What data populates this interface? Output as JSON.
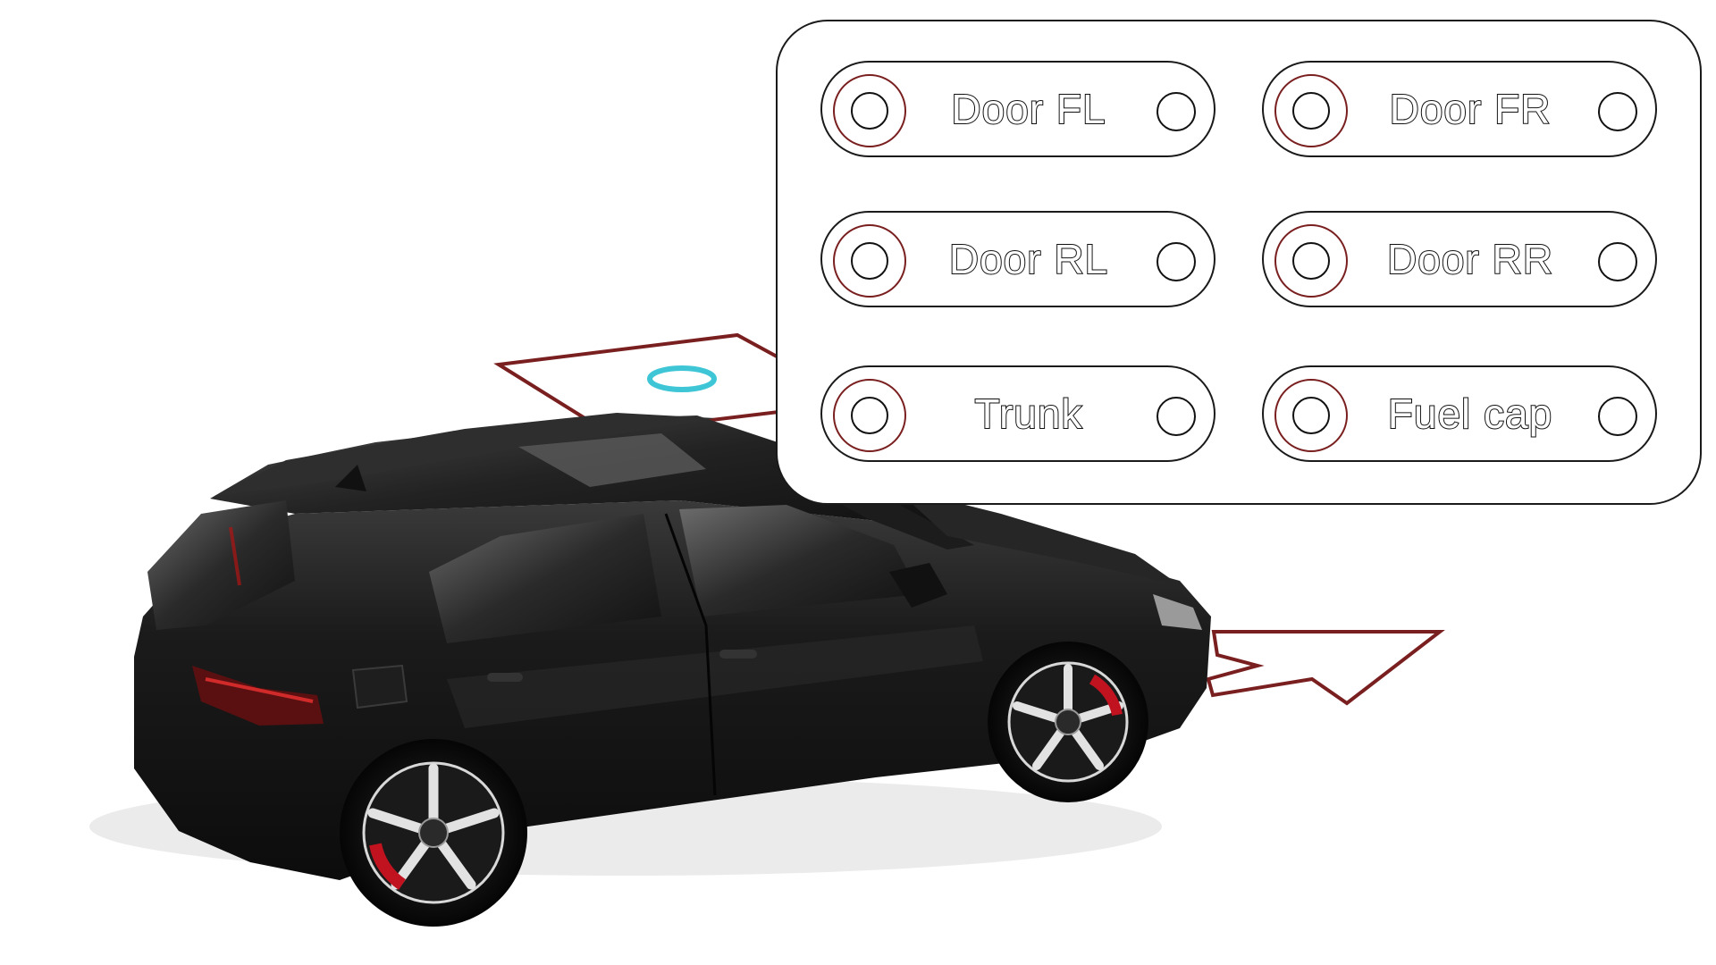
{
  "controls": [
    {
      "id": "door-fl",
      "label": "Door FL"
    },
    {
      "id": "door-fr",
      "label": "Door FR"
    },
    {
      "id": "door-rl",
      "label": "Door RL"
    },
    {
      "id": "door-rr",
      "label": "Door RR"
    },
    {
      "id": "trunk",
      "label": "Trunk"
    },
    {
      "id": "fuel-cap",
      "label": "Fuel cap"
    }
  ],
  "colors": {
    "outline": "#1a1a1a",
    "ring_accent": "#7a1f1f",
    "roof_ring": "#3ec6d6",
    "car_body": "#151515",
    "brake_caliper": "#c1121f"
  }
}
